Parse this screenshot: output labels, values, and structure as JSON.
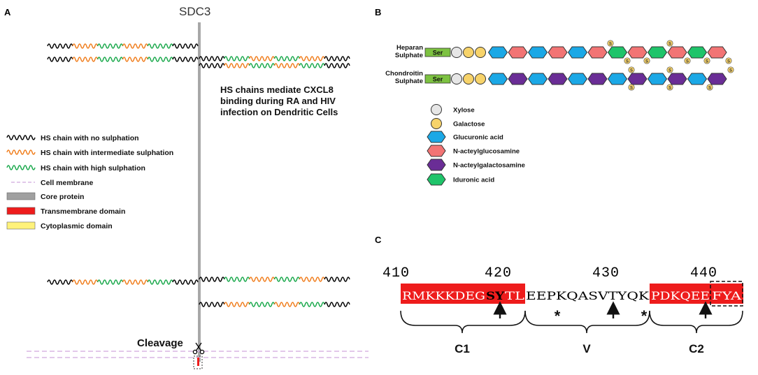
{
  "panel_a": {
    "letter": "A",
    "title": "SDC3",
    "annotation": [
      "HS chains mediate CXCL8",
      "binding during RA and HIV",
      "infection on Dendritic Cells"
    ],
    "legend": [
      {
        "label": "HS chain with no sulphation",
        "color": "#000000",
        "kind": "wave"
      },
      {
        "label": "HS chain with intermediate sulphation",
        "color": "#f07d1c",
        "kind": "wave"
      },
      {
        "label": "HS chain with high sulphation",
        "color": "#18a84a",
        "kind": "wave"
      },
      {
        "label": "Cell membrane",
        "color": "#d8b6e4",
        "kind": "dash"
      },
      {
        "label": "Core protein",
        "color": "#a0a0a0",
        "kind": "box"
      },
      {
        "label": "Transmembrane domain",
        "color": "#ee1c1c",
        "kind": "box"
      },
      {
        "label": "Cytoplasmic domain",
        "color": "#fff27a",
        "kind": "box"
      }
    ],
    "cleavage_label": "Cleavage"
  },
  "panel_b": {
    "letter": "B",
    "chain1_label": [
      "Heparan",
      "Sulphate"
    ],
    "chain2_label": [
      "Chondroitin",
      "Sulphate"
    ],
    "ser_label": "Ser",
    "sulfate_symbol": "S",
    "legend": [
      {
        "label": "Xylose",
        "color": "#e6e6e6",
        "shape": "circle"
      },
      {
        "label": "Galactose",
        "color": "#f7d36a",
        "shape": "circle"
      },
      {
        "label": "Glucuronic acid",
        "color": "#1ba8e6",
        "shape": "hex"
      },
      {
        "label": "N-acteylglucosamine",
        "color": "#f27474",
        "shape": "hex"
      },
      {
        "label": "N-acteylgalactosamine",
        "color": "#6a2d96",
        "shape": "hex"
      },
      {
        "label": "Iduronic acid",
        "color": "#1fc46a",
        "shape": "hex"
      }
    ]
  },
  "panel_c": {
    "letter": "C",
    "positions": [
      "410",
      "420",
      "430",
      "440"
    ],
    "seg1": "RMKKKDEG",
    "seg2": "SY",
    "seg3": "TL",
    "seg4": "EEPKQASVTYQK",
    "seg5": "PDKQEE",
    "seg6": "FYA",
    "star_symbol": "*",
    "regions": [
      "C1",
      "V",
      "C2"
    ],
    "highlight_color": "#ee1c1c"
  }
}
